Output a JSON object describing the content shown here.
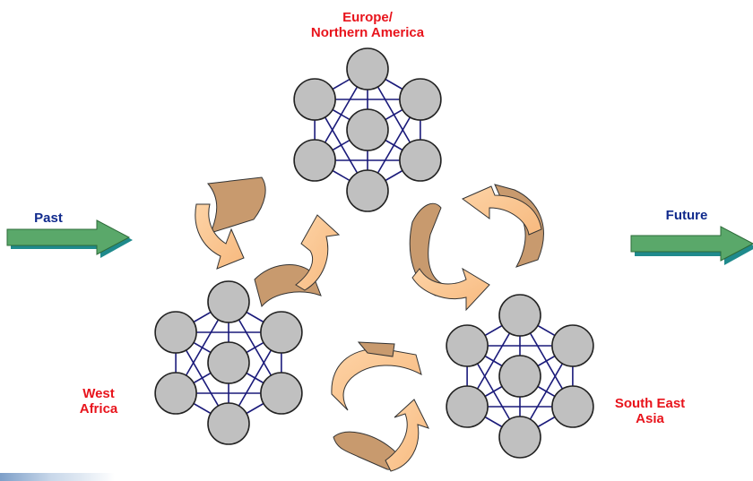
{
  "labels": {
    "europe": "Europe/\nNorthern America",
    "west_africa": "West\nAfrica",
    "south_east_asia": "South East\nAsia",
    "past": "Past",
    "future": "Future"
  },
  "colors": {
    "region_text": "#e8141c",
    "time_text": "#102a8c",
    "node_fill": "#c0c0c0",
    "edge": "#1a1a7a",
    "arrow_light": "#fcc58f",
    "arrow_dark": "#c89a6e",
    "green_arrow": "#5aa86a",
    "green_arrow_shadow": "#1f8a8c"
  },
  "networks": [
    {
      "name": "europe-northern-america-network",
      "nodes": 7
    },
    {
      "name": "west-africa-network",
      "nodes": 7
    },
    {
      "name": "south-east-asia-network",
      "nodes": 7
    }
  ]
}
